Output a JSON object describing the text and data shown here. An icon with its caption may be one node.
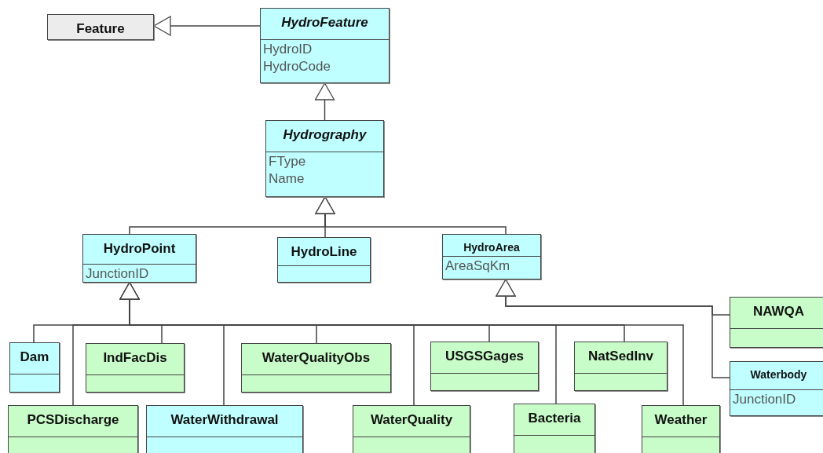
{
  "diagram": {
    "nodes": [
      {
        "text": [
          "Feature"
        ]
      },
      {
        "text": [
          "HydroFeature",
          "HydroID",
          "HydroCode"
        ]
      },
      {
        "text": [
          "Hydrography",
          "FType",
          "Name"
        ]
      },
      {
        "text": [
          "HydroPoint",
          "JunctionID"
        ]
      },
      {
        "text": [
          "HydroLine"
        ]
      },
      {
        "text": [
          "HydroArea",
          "AreaSqKm"
        ]
      },
      {
        "text": [
          "Dam"
        ]
      },
      {
        "text": [
          "IndFacDis"
        ]
      },
      {
        "text": [
          "WaterQualityObs"
        ]
      },
      {
        "text": [
          "USGSGages"
        ]
      },
      {
        "text": [
          "NatSedInv"
        ]
      },
      {
        "text": [
          "PCSDischarge"
        ]
      },
      {
        "text": [
          "WaterWithdrawal"
        ]
      },
      {
        "text": [
          "WaterQuality"
        ]
      },
      {
        "text": [
          "Bacteria"
        ]
      },
      {
        "text": [
          "Weather"
        ]
      },
      {
        "text": [
          "NAWQA"
        ]
      },
      {
        "text": [
          "Waterbody",
          "JunctionID"
        ]
      }
    ],
    "edges": [
      {
        "from": 1,
        "to": 0,
        "arrow": "to"
      },
      {
        "from": 2,
        "to": 1,
        "arrow": "to"
      },
      {
        "from": 3,
        "to": 2,
        "arrow": "to"
      },
      {
        "from": 4,
        "to": 2,
        "arrow": "to"
      },
      {
        "from": 5,
        "to": 2,
        "arrow": "to"
      },
      {
        "from": 6,
        "to": 3,
        "arrow": "to"
      },
      {
        "from": 11,
        "to": 3,
        "arrow": "to"
      },
      {
        "from": 7,
        "to": 3,
        "arrow": "to"
      },
      {
        "from": 12,
        "to": 3,
        "arrow": "to"
      },
      {
        "from": 8,
        "to": 3,
        "arrow": "to"
      },
      {
        "from": 13,
        "to": 3,
        "arrow": "to"
      },
      {
        "from": 9,
        "to": 3,
        "arrow": "to"
      },
      {
        "from": 14,
        "to": 3,
        "arrow": "to"
      },
      {
        "from": 10,
        "to": 3,
        "arrow": "to"
      },
      {
        "from": 15,
        "to": 3,
        "arrow": "to"
      },
      {
        "from": 16,
        "to": 5,
        "arrow": "to"
      },
      {
        "from": 17,
        "to": 5,
        "arrow": "to"
      }
    ]
  }
}
